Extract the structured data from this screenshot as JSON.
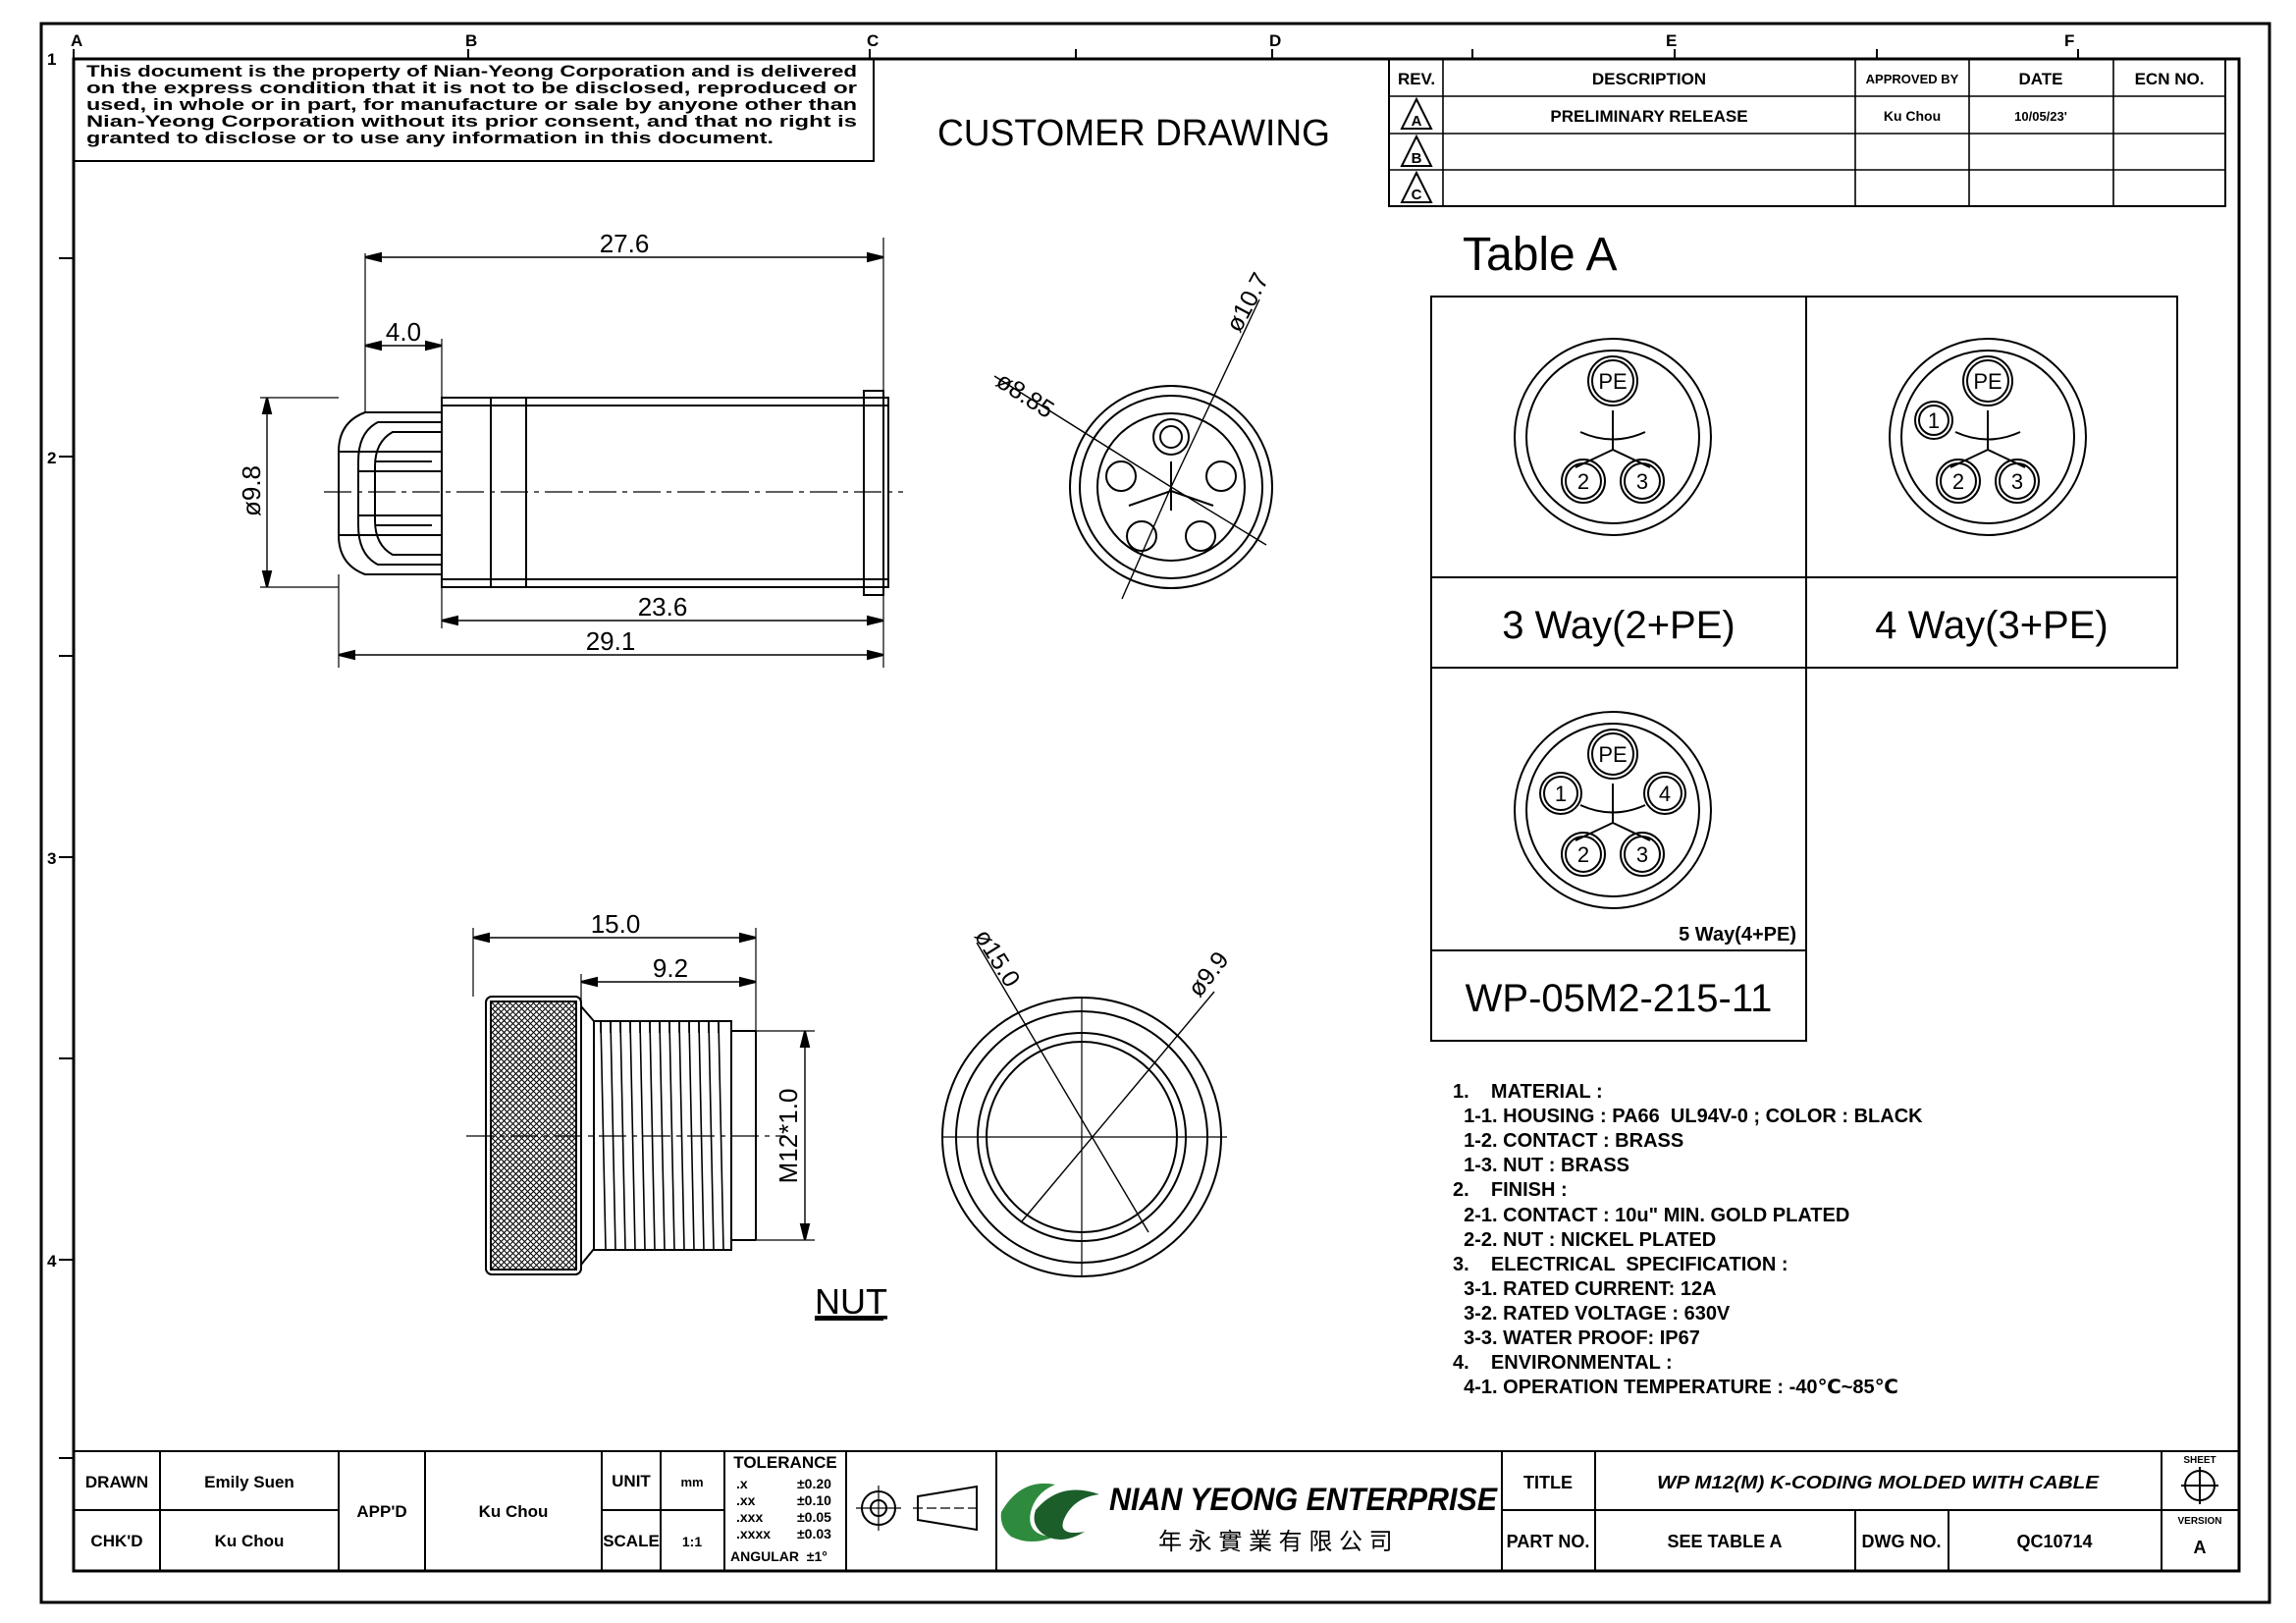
{
  "grid": {
    "columns": [
      "A",
      "B",
      "C",
      "D",
      "E",
      "F"
    ],
    "rows": [
      "1",
      "2",
      "3",
      "4"
    ]
  },
  "notice": [
    "This document is the property of Nian-Yeong Corporation and is delivered",
    "on  the  express condition that it is not to be disclosed, reproduced or",
    "used, in whole or in part, for manufacture or sale by anyone other than",
    "Nian-Yeong Corporation without  its prior consent, and that  no right  is",
    "granted to disclose or to use any information in this  document."
  ],
  "header_title": "CUSTOMER DRAWING",
  "revision_table": {
    "headers": [
      "REV.",
      "DESCRIPTION",
      "APPROVED BY",
      "DATE",
      "ECN NO."
    ],
    "rows": [
      {
        "rev": "A",
        "description": "PRELIMINARY RELEASE",
        "approved_by": "Ku Chou",
        "date": "10/05/23'",
        "ecn": ""
      },
      {
        "rev": "B",
        "description": "",
        "approved_by": "",
        "date": "",
        "ecn": ""
      },
      {
        "rev": "C",
        "description": "",
        "approved_by": "",
        "date": "",
        "ecn": ""
      }
    ]
  },
  "dimensions": {
    "side_view": {
      "overall_top": "27.6",
      "left_step": "4.0",
      "diameter": "ø9.8",
      "body": "23.6",
      "overall_bottom": "29.1"
    },
    "front_view": {
      "outer": "ø10.7",
      "inner": "ø8.85"
    },
    "nut_side": {
      "overall": "15.0",
      "thread_len": "9.2",
      "thread": "M12*1.0"
    },
    "nut_front": {
      "outer": "ø15.0",
      "inner": "ø9.9"
    }
  },
  "nut_label": "NUT",
  "table_a": {
    "title": "Table A",
    "configs": [
      {
        "label": "3 Way(2+PE)",
        "pins": [
          "PE",
          "2",
          "3"
        ]
      },
      {
        "label": "4 Way(3+PE)",
        "pins": [
          "PE",
          "1",
          "2",
          "3"
        ]
      },
      {
        "label": "5 Way(4+PE)",
        "pins": [
          "PE",
          "1",
          "4",
          "2",
          "3"
        ]
      }
    ],
    "part_number": "WP-05M2-215-11"
  },
  "notes": [
    "1.    MATERIAL :",
    "  1-1. HOUSING : PA66  UL94V-0 ; COLOR : BLACK",
    "  1-2. CONTACT : BRASS",
    "  1-3. NUT : BRASS",
    "2.    FINISH :",
    "  2-1. CONTACT : 10u\" MIN. GOLD PLATED",
    "  2-2. NUT : NICKEL PLATED",
    "3.    ELECTRICAL  SPECIFICATION :",
    "  3-1. RATED CURRENT: 12A",
    "  3-2. RATED VOLTAGE : 630V",
    "  3-3. WATER PROOF: IP67",
    "4.    ENVIRONMENTAL :",
    "  4-1. OPERATION TEMPERATURE : -40℃~85℃"
  ],
  "title_block": {
    "drawn_label": "DRAWN",
    "drawn": "Emily Suen",
    "chkd_label": "CHK'D",
    "chkd": "Ku Chou",
    "appd_label": "APP'D",
    "appd": "Ku Chou",
    "unit_label": "UNIT",
    "unit": "mm",
    "scale_label": "SCALE",
    "scale": "1:1",
    "tolerance_label": "TOLERANCE",
    "tolerances": [
      {
        "k": ".x",
        "v": "±0.20"
      },
      {
        "k": ".xx",
        "v": "±0.10"
      },
      {
        "k": ".xxx",
        "v": "±0.05"
      },
      {
        "k": ".xxxx",
        "v": "±0.03"
      }
    ],
    "angular": "ANGULAR  ±1°",
    "company": "NIAN YEONG ENTERPRISE",
    "company_cn": "年 永 實 業 有 限 公 司",
    "title_label": "TITLE",
    "title": "WP M12(M) K-CODING MOLDED WITH CABLE",
    "part_label": "PART NO.",
    "part": "SEE TABLE A",
    "dwg_label": "DWG NO.",
    "dwg": "QC10714",
    "sheet_label": "SHEET",
    "version_label": "VERSION",
    "version": "A"
  },
  "colors": {
    "line": "#000000",
    "logo_green": "#2e8b3e",
    "logo_dark": "#1c5e2a"
  }
}
